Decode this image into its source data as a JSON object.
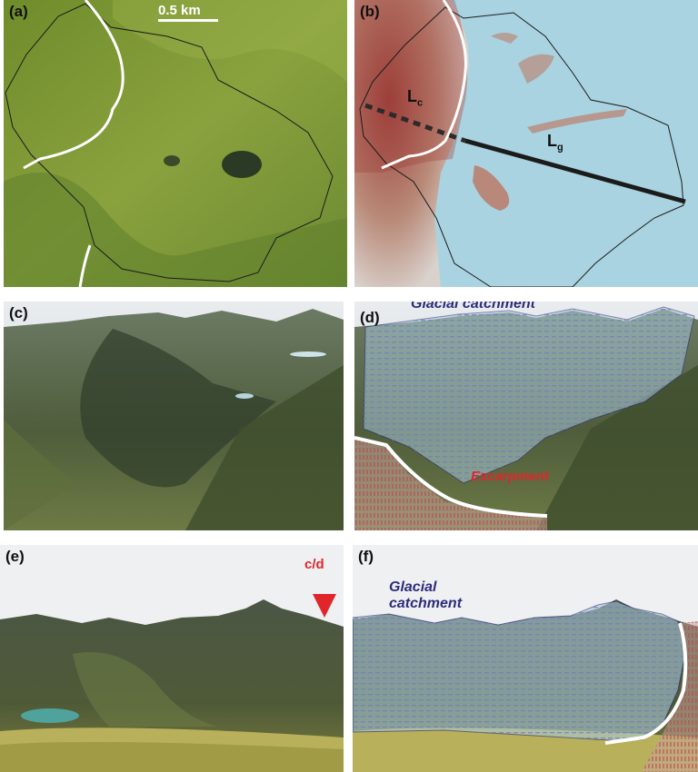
{
  "panels": {
    "a": {
      "label": "(a)",
      "scale_bar": "0.5 km"
    },
    "b": {
      "label": "(b)",
      "lc_main": "L",
      "lc_sub": "c",
      "lg_main": "L",
      "lg_sub": "g"
    },
    "c": {
      "label": "(c)"
    },
    "d": {
      "label": "(d)",
      "glacial": "Glacial catchment",
      "escarpment": "Escarpment"
    },
    "e": {
      "label": "(e)",
      "pointer": "c/d"
    },
    "f": {
      "label": "(f)",
      "glacial_line1": "Glacial",
      "glacial_line2": "catchment"
    }
  },
  "colors": {
    "terrain_green": "#7f9a3a",
    "glacial_blue": "#a9d3e0",
    "escarpment_red": "#a65b4c",
    "annotation_blue": "#2c2c7a",
    "annotation_red": "#e0262a"
  }
}
